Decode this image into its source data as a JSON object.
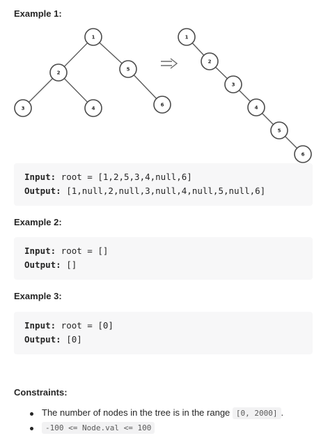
{
  "example1": {
    "heading": "Example 1:",
    "tree_before": [
      "1",
      "2",
      "5",
      "3",
      "4",
      "6"
    ],
    "tree_after": [
      "1",
      "2",
      "3",
      "4",
      "5",
      "6"
    ],
    "arrow_icon": "double-arrow-right-icon",
    "input_key": "Input:",
    "input_value": " root = [1,2,5,3,4,null,6]",
    "output_key": "Output:",
    "output_value": " [1,null,2,null,3,null,4,null,5,null,6]"
  },
  "example2": {
    "heading": "Example 2:",
    "input_key": "Input:",
    "input_value": " root = []",
    "output_key": "Output:",
    "output_value": " []"
  },
  "example3": {
    "heading": "Example 3:",
    "input_key": "Input:",
    "input_value": " root = [0]",
    "output_key": "Output:",
    "output_value": " [0]"
  },
  "constraints": {
    "heading": "Constraints:",
    "item1_text": "The number of nodes in the tree is in the range ",
    "item1_code": "[0, 2000]",
    "item1_suffix": ".",
    "item2_code": "-100 <= Node.val <= 100"
  },
  "colors": {
    "code_background": "#f7f7f8",
    "node_stroke": "#4a4a4a",
    "text": "#262626"
  }
}
